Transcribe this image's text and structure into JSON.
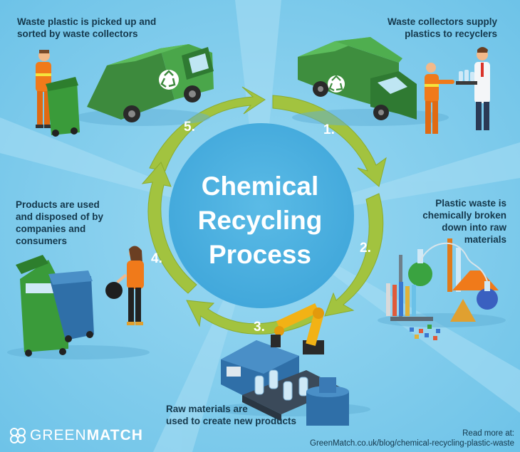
{
  "title": {
    "line1": "Chemical",
    "line2": "Recycling",
    "line3": "Process"
  },
  "steps": [
    {
      "num": "1.",
      "lines": [
        "Waste collectors supply",
        "plastics to recyclers"
      ]
    },
    {
      "num": "2.",
      "lines": [
        "Plastic waste is",
        "chemically broken",
        "down into raw",
        "materials"
      ]
    },
    {
      "num": "3.",
      "lines": [
        "Raw materials are",
        "used to create new products"
      ]
    },
    {
      "num": "4.",
      "lines": [
        "Products are used",
        "and disposed of by",
        "companies and",
        "consumers"
      ]
    },
    {
      "num": "5.",
      "lines": [
        "Waste plastic is picked up and",
        "sorted by waste collectors"
      ]
    }
  ],
  "brand": {
    "green": "GREEN",
    "match": "MATCH"
  },
  "read_more": {
    "label": "Read more at:",
    "url": "GreenMatch.co.uk/blog/chemical-recycling-plastic-waste"
  },
  "icons": [
    "recycle-icon",
    "clover-logo-icon"
  ],
  "colors": {
    "background": "#7ccbeb",
    "arrow_green": "#a2c33f",
    "center_blue": "#45aee0",
    "text": "#14384c"
  }
}
